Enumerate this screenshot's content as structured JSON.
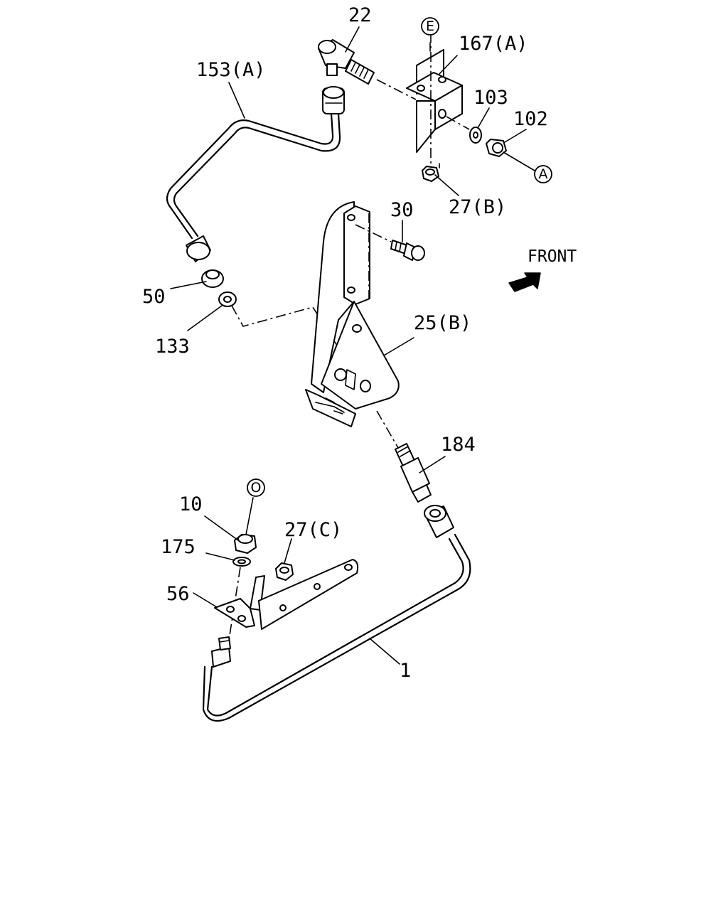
{
  "labels": {
    "p22": "22",
    "p167a": "167(A)",
    "p153a": "153(A)",
    "p103": "103",
    "p102": "102",
    "p27b": "27(B)",
    "p30": "30",
    "front": "FRONT",
    "p50": "50",
    "p133": "133",
    "p25b": "25(B)",
    "p184": "184",
    "p10": "10",
    "p27c": "27(C)",
    "p175": "175",
    "p56": "56",
    "p1": "1"
  },
  "refs": {
    "e": "E",
    "a": "A",
    "o": "O"
  },
  "icons": {
    "front_arrow": "front-arrow-icon"
  }
}
